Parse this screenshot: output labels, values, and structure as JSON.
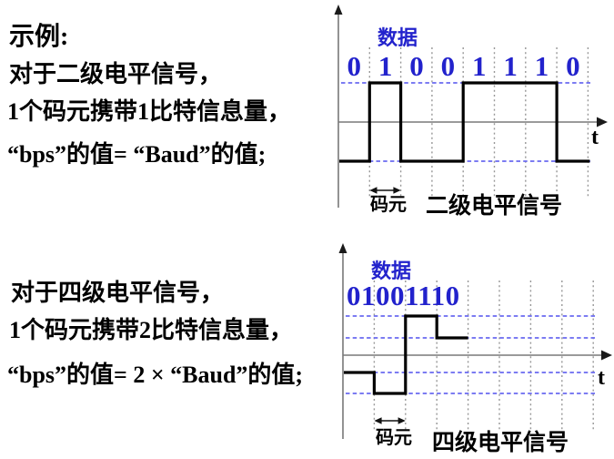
{
  "slide": {
    "intro": {
      "heading": "示例:",
      "line1": "对于二级电平信号，",
      "line2": "1个码元携带1比特信息量，",
      "line3": "“bps”的值= “Baud”的值;"
    },
    "quad": {
      "line1": "对于四级电平信号，",
      "line2": "1个码元携带2比特信息量，",
      "line3": "“bps”的值= 2 × “Baud”的值;"
    }
  },
  "diagrams": [
    {
      "id": "binary-level-signal",
      "data_label": "数据",
      "bits": "01001110",
      "levels": [
        -1,
        1,
        -1,
        -1,
        1,
        1,
        1,
        -1
      ],
      "time_label": "t",
      "symbol_label": "码元",
      "caption": "二级电平信号"
    },
    {
      "id": "quaternary-level-signal",
      "data_label": "数据",
      "bits": "01001110",
      "levels": [
        -1,
        -2,
        2,
        1
      ],
      "time_label": "t",
      "symbol_label": "码元",
      "caption": "四级电平信号"
    }
  ],
  "colors": {
    "data_blue": "#2222cc",
    "dashed_line_blue": "#6a6af0",
    "grid_gray": "#979797",
    "axis_gray": "#787878",
    "waveform_black": "#000000"
  }
}
